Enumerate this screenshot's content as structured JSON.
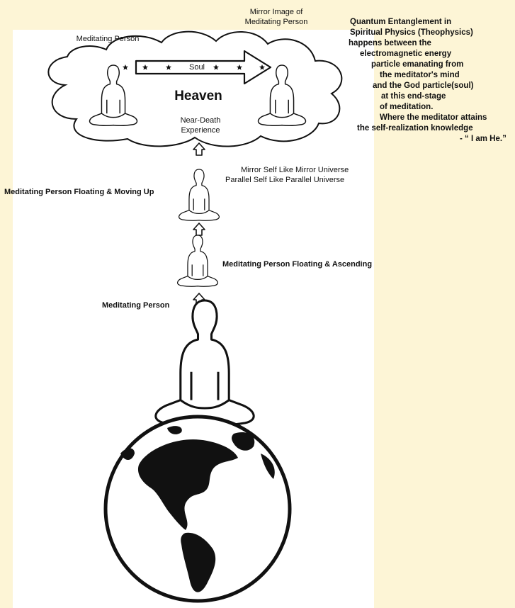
{
  "labels": {
    "meditating_person_top": "Meditating Person",
    "mirror_image_line1": "Mirror Image of",
    "mirror_image_line2": "Meditating Person",
    "soul": "Soul",
    "heaven": "Heaven",
    "near_death_line1": "Near-Death",
    "near_death_line2": "Experience",
    "mirror_self": "Mirror Self Like Mirror Universe",
    "parallel_self": "Parallel Self Like Parallel Universe",
    "floating_moving_up": "Meditating Person Floating & Moving Up",
    "floating_ascending": "Meditating Person Floating & Ascending",
    "meditating_person_bottom": "Meditating Person"
  },
  "quote_lines": [
    "Quantum Entanglement in",
    "Spiritual Physics (Theophysics)",
    "happens between the",
    "electromagnetic energy",
    "particle emanating from",
    "the meditator's mind",
    "and the God particle(soul)",
    "at this end-stage",
    "of meditation.",
    "Where the meditator attains",
    "the self-realization knowledge",
    "- “ I am He.”"
  ],
  "colors": {
    "background": "#fdf5d6",
    "panel": "#ffffff",
    "ink": "#111111"
  },
  "icons": [
    "cloud-icon",
    "meditating-figure-icon",
    "up-arrow-icon",
    "soul-arrow-icon",
    "star-icon",
    "globe-icon"
  ]
}
